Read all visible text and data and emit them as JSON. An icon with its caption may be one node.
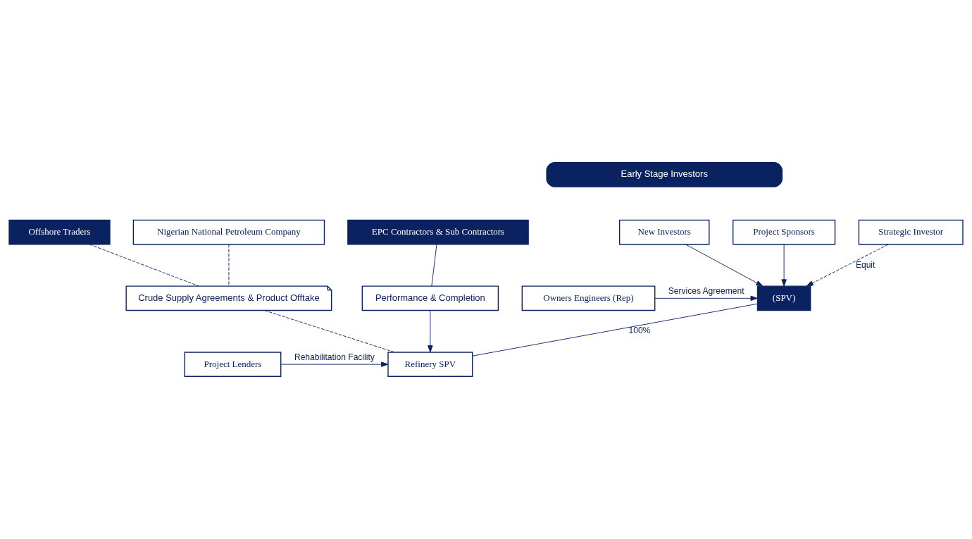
{
  "diagram": {
    "nodes": [
      {
        "text": [
          "Early Stage Investors"
        ]
      },
      {
        "text": [
          "Project Sponsors"
        ]
      },
      {
        "text": [
          "New Investors"
        ]
      },
      {
        "text": [
          "Strategic Investor"
        ]
      },
      {
        "text": [
          "Nigerian National Petroleum Company"
        ]
      },
      {
        "text": [
          "Offshore Traders"
        ]
      },
      {
        "text": [
          "Owners Engineers (Rep)"
        ]
      },
      {
        "text": [
          "(SPV)"
        ]
      },
      {
        "text": [
          "Crude Supply Agreements & Product Offtake"
        ]
      },
      {
        "text": [
          "Project Lenders"
        ]
      },
      {
        "text": [
          "Refinery SPV"
        ]
      },
      {
        "text": [
          "Performance & Completion"
        ]
      },
      {
        "text": [
          "EPC Contractors & Sub Contractors"
        ]
      }
    ],
    "edges": [
      {
        "from": 1,
        "to": 7,
        "arrow": "to"
      },
      {
        "from": 2,
        "to": 7,
        "arrow": "to"
      },
      {
        "from": 3,
        "to": 7,
        "arrow": "to",
        "label": "Equit",
        "style": "dashed"
      },
      {
        "from": 4,
        "to": 8,
        "arrow": "none",
        "style": "dashed"
      },
      {
        "from": 5,
        "to": 8,
        "arrow": "none",
        "style": "dashed"
      },
      {
        "from": 6,
        "to": 7,
        "arrow": "to",
        "label": "Services Agreement"
      },
      {
        "from": 7,
        "to": 10,
        "arrow": "none",
        "label": "100%"
      },
      {
        "from": 9,
        "to": 10,
        "arrow": "to",
        "label": "Rehabilitation Facility"
      },
      {
        "from": 8,
        "to": 10,
        "arrow": "none",
        "style": "dashed"
      },
      {
        "from": 12,
        "to": 11,
        "arrow": "none"
      },
      {
        "from": 11,
        "to": 10,
        "arrow": "to"
      }
    ]
  }
}
